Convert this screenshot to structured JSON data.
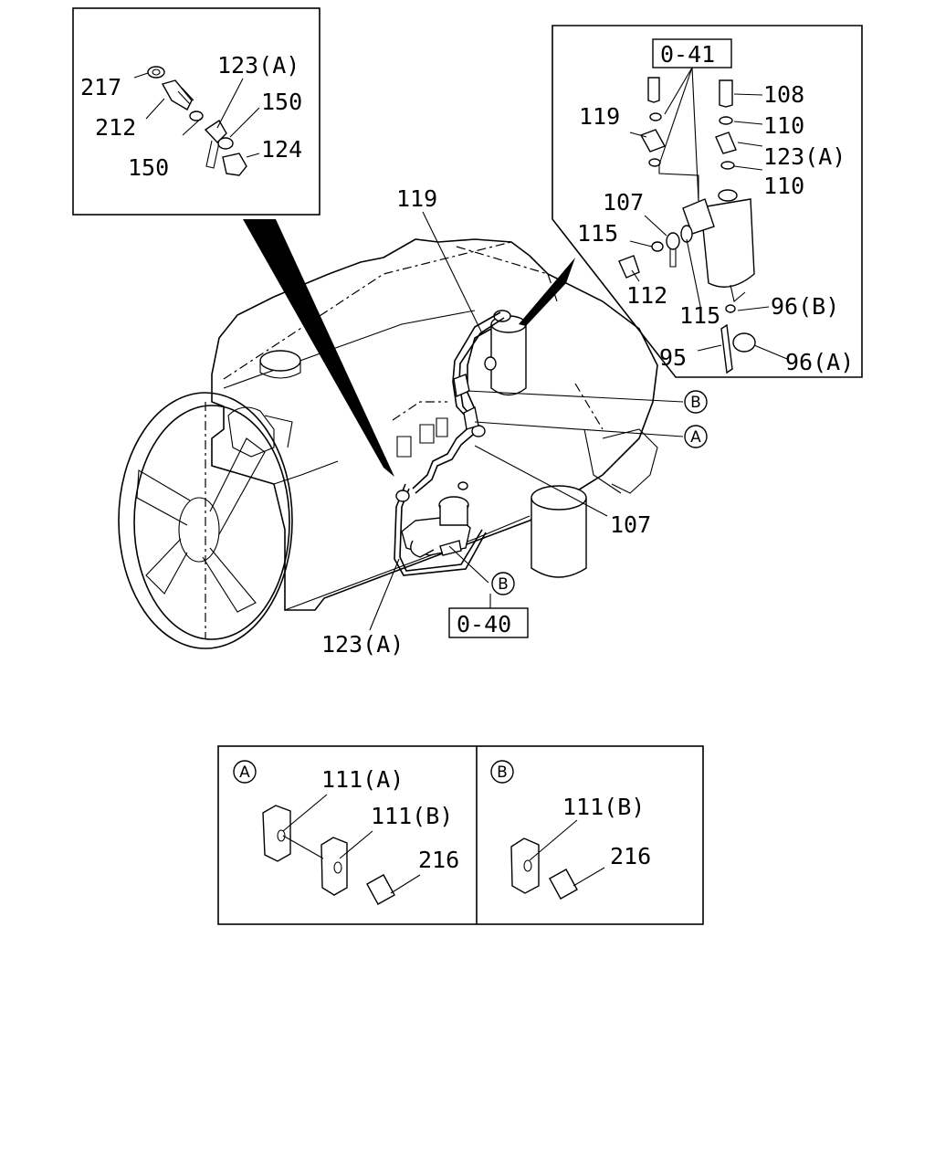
{
  "references": {
    "ref_top": "0-41",
    "ref_bottom": "0-40"
  },
  "main_callouts": {
    "p119": "119",
    "p107": "107",
    "p123a": "123(A)",
    "circ_b1": "B",
    "circ_a": "A",
    "circ_b2": "B"
  },
  "inset_left": {
    "p217": "217",
    "p212": "212",
    "p123a": "123(A)",
    "p150a": "150",
    "p150b": "150",
    "p124": "124"
  },
  "inset_right": {
    "p108": "108",
    "p110a": "110",
    "p123a": "123(A)",
    "p110b": "110",
    "p119": "119",
    "p107": "107",
    "p115a": "115",
    "p112": "112",
    "p115b": "115",
    "p96b": "96(B)",
    "p95": "95",
    "p96a": "96(A)"
  },
  "detail_a": {
    "title": "A",
    "p111a": "111(A)",
    "p111b": "111(B)",
    "p216": "216"
  },
  "detail_b": {
    "title": "B",
    "p111b": "111(B)",
    "p216": "216"
  }
}
